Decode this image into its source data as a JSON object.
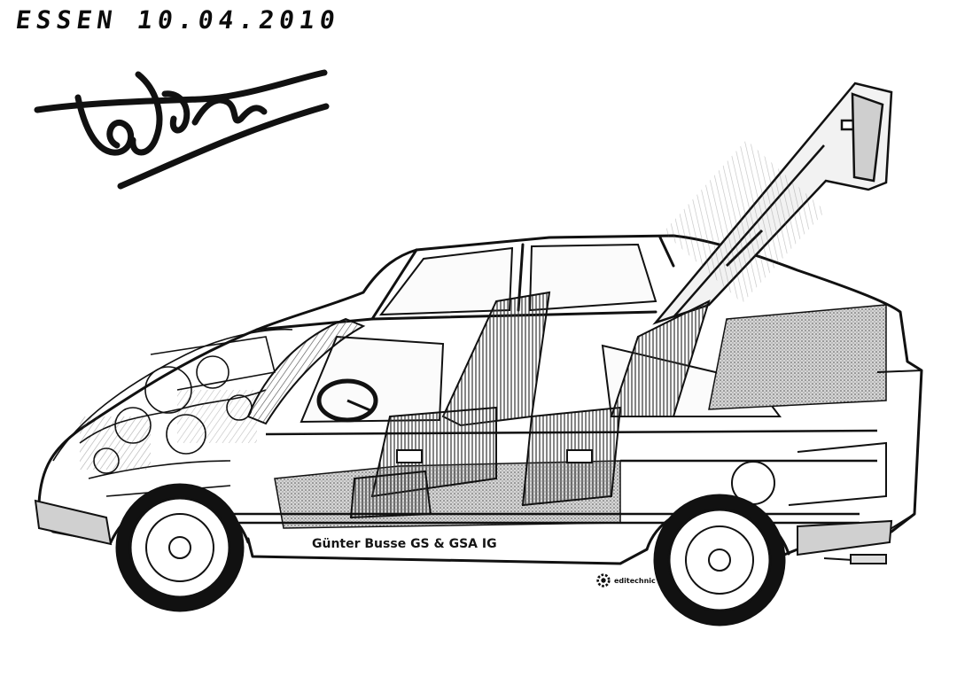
{
  "annotation": {
    "location_date": "ESSEN 10.04.2010"
  },
  "caption": {
    "text": "Günter Busse GS & GSA IG"
  },
  "brand": {
    "text": "editechnic"
  },
  "colors": {
    "ink": "#111111",
    "paper": "#ffffff",
    "hatch": "#8a8a8a"
  },
  "icons": {
    "signature": "handwritten-signature",
    "brand_logo": "gear-logo"
  }
}
